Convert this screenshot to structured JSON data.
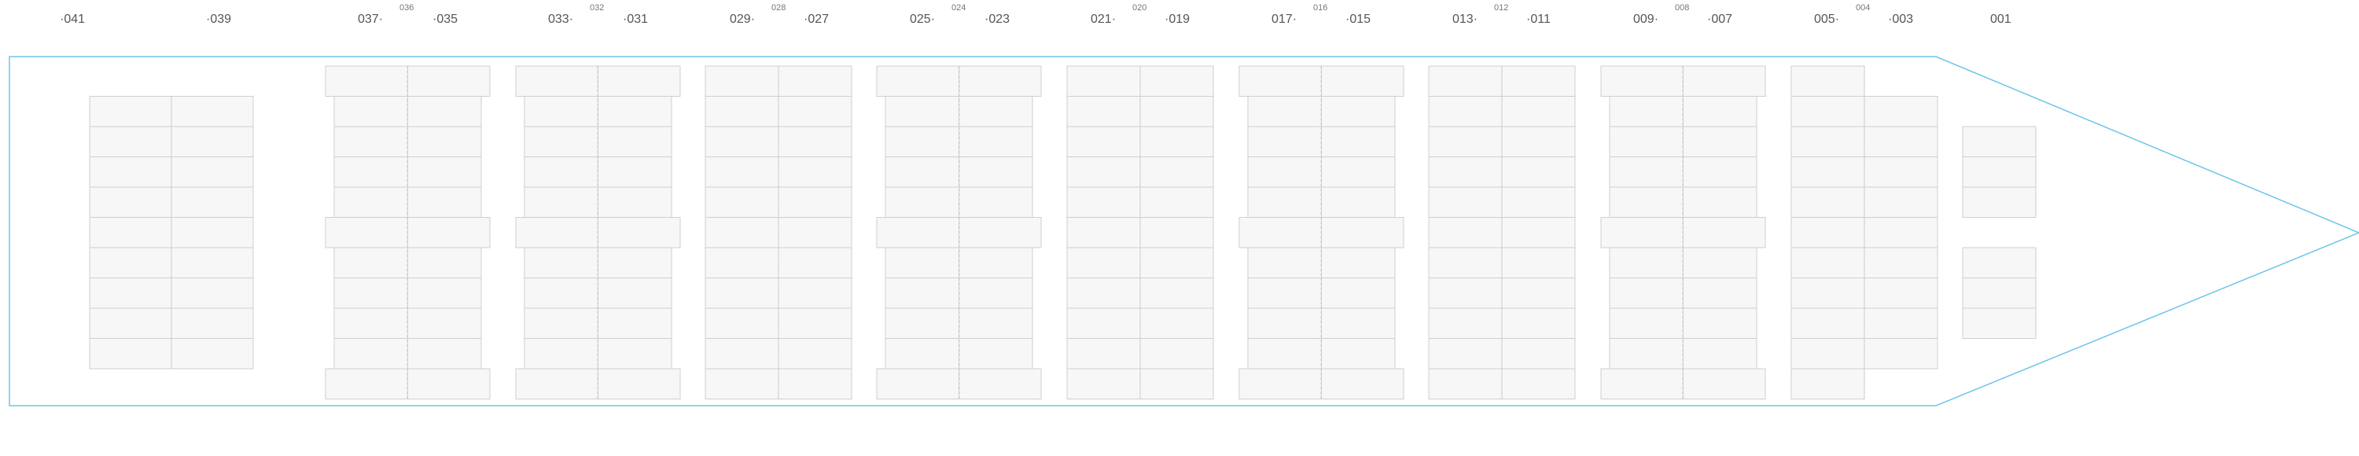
{
  "colors": {
    "hull": "#6cc6ea",
    "cell_fill": "#f7f7f7",
    "cell_stroke": "#cfcfcf",
    "divider": "#c8c8c8",
    "label": "#555555"
  },
  "bay_labels": {
    "b041": "·041",
    "b039": "·039",
    "b037": "037·",
    "b036": "036",
    "b035": "·035",
    "b033": "033·",
    "b032": "032",
    "b031": "·031",
    "b029": "029·",
    "b028": "028",
    "b027": "·027",
    "b025": "025·",
    "b024": "024",
    "b023": "·023",
    "b021": "021·",
    "b020": "020",
    "b019": "·019",
    "b017": "017·",
    "b016": "016",
    "b015": "·015",
    "b013": "013·",
    "b012": "012",
    "b011": "·011",
    "b009": "009·",
    "b008": "008",
    "b007": "·007",
    "b005": "005·",
    "b004": "004",
    "b003": "·003",
    "b001": "001"
  }
}
